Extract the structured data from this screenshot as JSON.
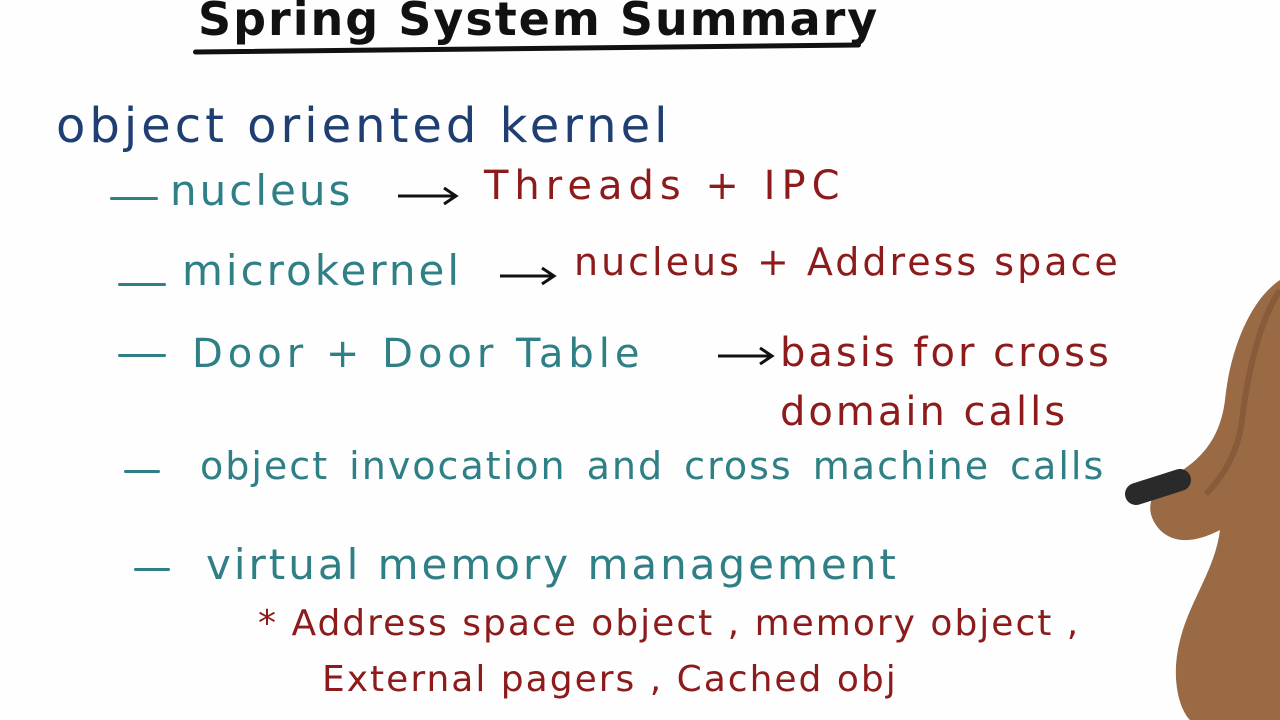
{
  "title": "Spring System Summary",
  "heading": "object oriented kernel",
  "items": [
    {
      "label": "nucleus",
      "definition": "Threads + IPC"
    },
    {
      "label": "microkernel",
      "definition": "nucleus + Address space"
    },
    {
      "label": "Door + Door Table",
      "definition_line1": "basis for cross",
      "definition_line2": "domain calls"
    },
    {
      "label": "object invocation and cross machine calls"
    },
    {
      "label": "virtual memory management"
    }
  ],
  "subnote": {
    "line1": "* Address space object , memory object ,",
    "line2": "External pagers , Cached obj"
  },
  "colors": {
    "teal": "#2f7f86",
    "blue": "#1f3f73",
    "red": "#8e1b1b",
    "black": "#111111",
    "skin": "#9a6a45",
    "marker": "#2a2a2a"
  }
}
